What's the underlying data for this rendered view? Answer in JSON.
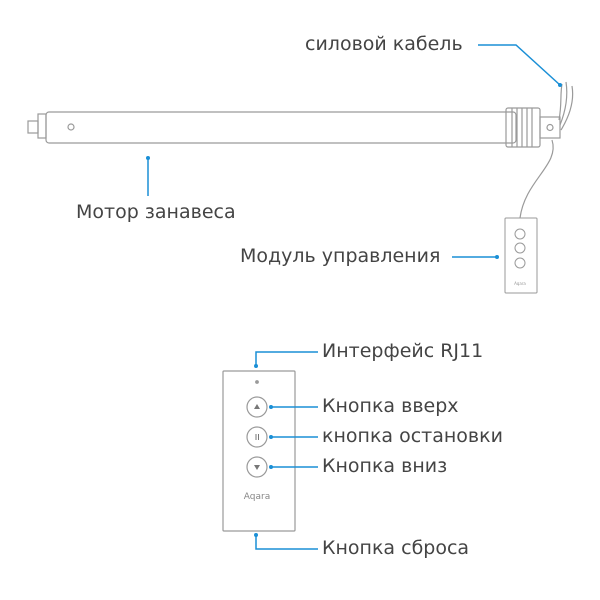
{
  "labels": {
    "power_cable": "силовой кабель",
    "curtain_motor": "Мотор занавеса",
    "control_module": "Модуль управления",
    "rj11_interface": "Интерфейс RJ11",
    "up_button": "Кнопка вверх",
    "stop_button": "кнопка остановки",
    "down_button": "Кнопка вниз",
    "reset_button": "Кнопка сброса"
  },
  "brand": "Aqara",
  "colors": {
    "accent": "#1a8fd6",
    "text": "#444444",
    "outline": "#9a9a9a"
  }
}
